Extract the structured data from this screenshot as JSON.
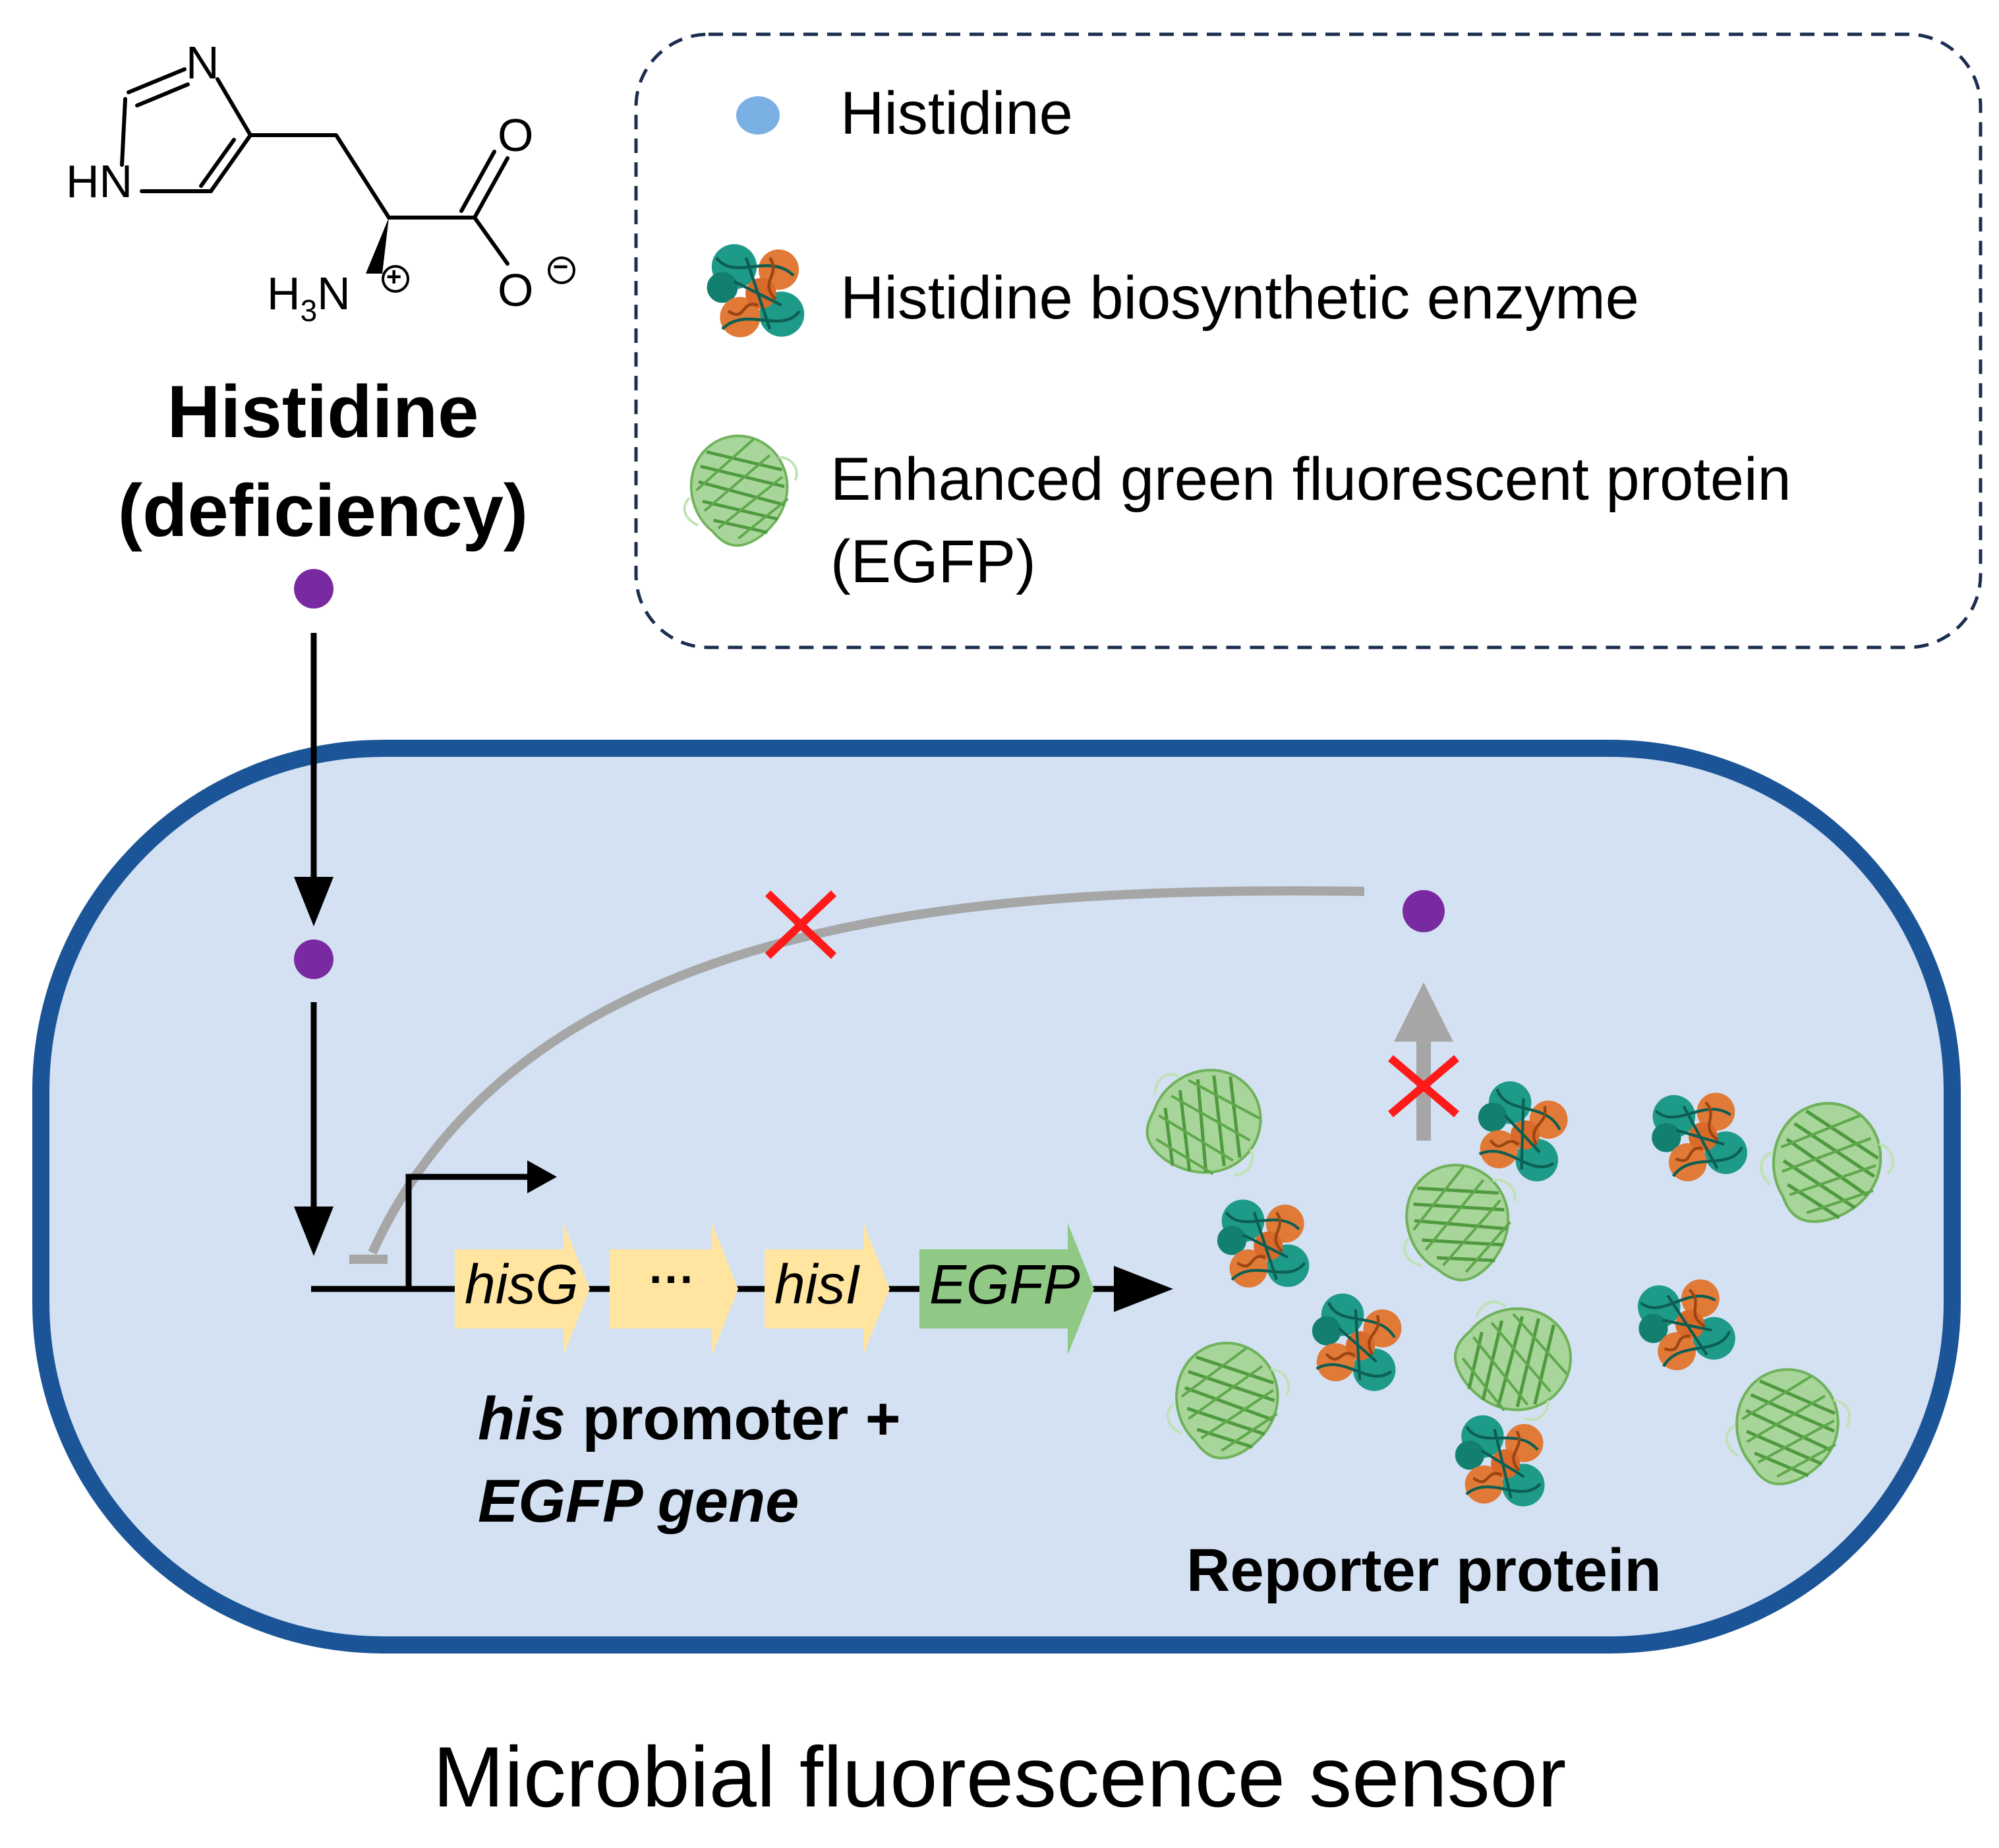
{
  "molecule": {
    "atom_N_ring_top": "N",
    "atom_HN_ring": "HN",
    "atom_O_carbonyl": "O",
    "atom_amine_H": "H",
    "atom_amine_sub": "3",
    "atom_amine_N": "N",
    "atom_O_carboxylate": "O",
    "charge_plus": "+",
    "charge_minus": "−"
  },
  "histidine_title": {
    "line1": "Histidine",
    "line2": "(deficiency)"
  },
  "legend": {
    "histidine": "Histidine",
    "enzyme": "Histidine biosynthetic enzyme",
    "egfp_line1": "Enhanced green fluorescent protein",
    "egfp_line2": "(EGFP)"
  },
  "operon": {
    "gene1": "hisG",
    "ellipsis": "···",
    "gene2": "hisI",
    "reporter": "EGFP"
  },
  "construct_label": {
    "line1_italic": "his",
    "line1_rest": " promoter +",
    "line2": "EGFP gene"
  },
  "reporter_label": "Reporter protein",
  "caption": "Microbial fluorescence sensor",
  "colors": {
    "cell_fill": "#d3e1f3",
    "cell_border": "#1c5597",
    "legend_border": "#1b2e4f",
    "histidine_legend_dot": "#7ab0e3",
    "histidine_dot": "#7a2aa0",
    "inhibition_line": "#a6a6a6",
    "block_cross": "#ff1a1a",
    "gene_yellow": "#ffe5a0",
    "gene_green": "#90c985",
    "egfp_green": "#7fbf6a",
    "enzyme_teal": "#1e9a88",
    "enzyme_orange": "#e07a36"
  },
  "icons": {
    "legend_dot": "histidine-dot-icon",
    "legend_enzyme": "enzyme-structure-icon",
    "legend_egfp": "egfp-barrel-icon"
  }
}
